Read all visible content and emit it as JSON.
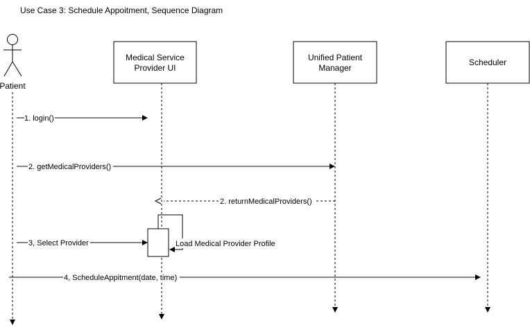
{
  "title": "Use Case 3: Schedule Appoitment, Sequence Diagram",
  "actor": {
    "name": "Patient"
  },
  "participants": [
    {
      "id": "msp_ui",
      "lines": [
        "Medical Service",
        "Provider UI"
      ]
    },
    {
      "id": "upm",
      "lines": [
        "Unified Patient",
        "Manager"
      ]
    },
    {
      "id": "scheduler",
      "lines": [
        "Scheduler"
      ]
    }
  ],
  "messages": [
    {
      "label": "1. login()",
      "from": "patient",
      "to": "msp_ui",
      "style": "solid"
    },
    {
      "label": "2. getMedicalProviders()",
      "from": "patient",
      "to": "upm",
      "style": "solid"
    },
    {
      "label": "2. returnMedicalProviders()",
      "from": "upm",
      "to": "msp_ui",
      "style": "dashed"
    },
    {
      "label": "3, Select Provider",
      "from": "patient",
      "to": "msp_ui",
      "style": "solid"
    },
    {
      "label": "Load Medical Provider Profile",
      "from": "msp_ui",
      "to": "msp_ui",
      "style": "self"
    },
    {
      "label": "4, ScheduleAppitment(date, time)",
      "from": "patient",
      "to": "scheduler",
      "style": "solid"
    }
  ],
  "colors": {
    "line": "#000000",
    "background": "#ffffff"
  }
}
